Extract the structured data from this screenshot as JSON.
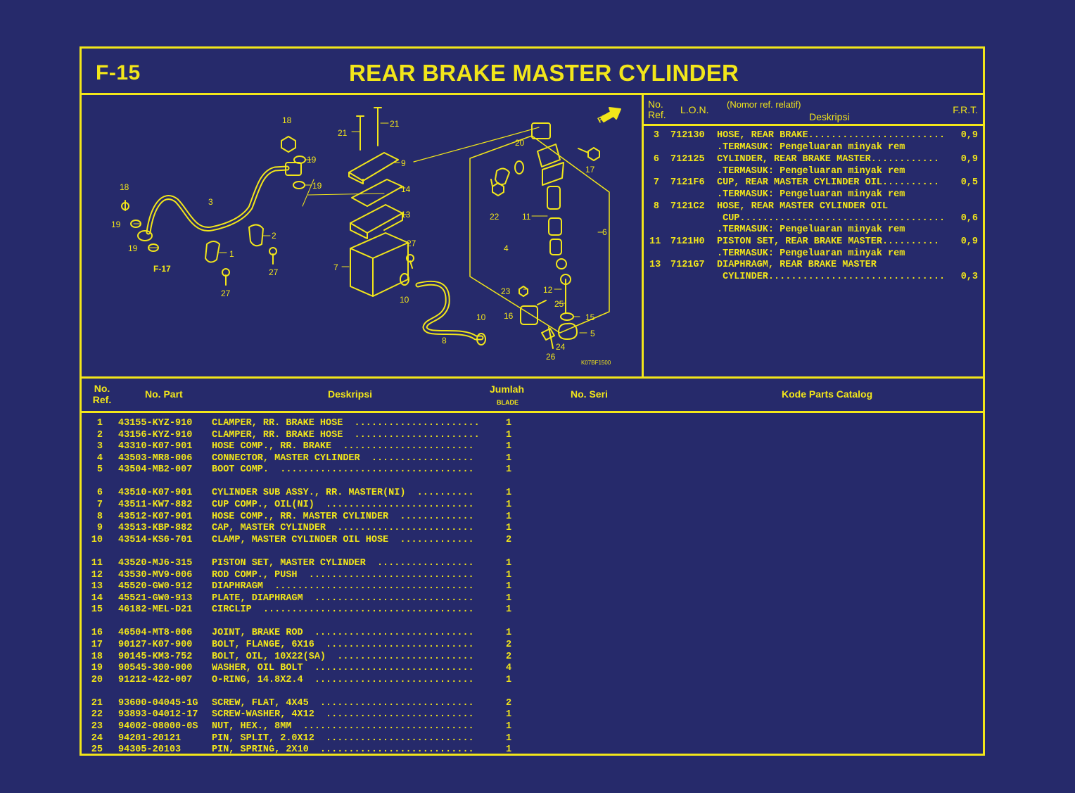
{
  "header": {
    "figure_code": "F-15",
    "title": "REAR BRAKE MASTER CYLINDER"
  },
  "diagram": {
    "callouts": [
      "1",
      "2",
      "3",
      "4",
      "5",
      "6",
      "7",
      "8",
      "9",
      "10",
      "10",
      "11",
      "12",
      "13",
      "14",
      "15",
      "16",
      "17",
      "18",
      "18",
      "19",
      "19",
      "19",
      "19",
      "20",
      "21",
      "21",
      "22",
      "23",
      "24",
      "25",
      "26",
      "27",
      "27",
      "27"
    ],
    "ref_label": "F-17",
    "direction_label": "FR.",
    "drawing_code": "K07BF1500"
  },
  "lon_table": {
    "headers": {
      "no_ref": "No.\nRef.",
      "lon": "L.O.N.",
      "nomor": "(Nomor ref. relatif)",
      "deskripsi": "Deskripsi",
      "frt": "F.R.T."
    },
    "rows": [
      {
        "ref": "3",
        "lon": "712130",
        "line1": "HOSE, REAR BRAKE........................",
        "frt": "0,9",
        "line2": ".TERMASUK: Pengeluaran minyak rem"
      },
      {
        "ref": "6",
        "lon": "712125",
        "line1": "CYLINDER, REAR BRAKE MASTER............",
        "frt": "0,9",
        "line2": ".TERMASUK: Pengeluaran minyak rem"
      },
      {
        "ref": "7",
        "lon": "7121F6",
        "line1": "CUP, REAR MASTER CYLINDER OIL..........",
        "frt": "0,5",
        "line2": ".TERMASUK: Pengeluaran minyak rem"
      },
      {
        "ref": "8",
        "lon": "7121C2",
        "line1": "HOSE, REAR MASTER CYLINDER OIL",
        "line2": " CUP....................................",
        "frt2": "0,6",
        "line3": ".TERMASUK: Pengeluaran minyak rem"
      },
      {
        "ref": "11",
        "lon": "7121H0",
        "line1": "PISTON SET, REAR BRAKE MASTER..........",
        "frt": "0,9",
        "line2": ".TERMASUK: Pengeluaran minyak rem"
      },
      {
        "ref": "13",
        "lon": "7121G7",
        "line1": "DIAPHRAGM, REAR BRAKE MASTER",
        "line2": " CYLINDER...............................",
        "frt2": "0,3"
      }
    ]
  },
  "parts_table": {
    "headers": {
      "no_ref": "No.\nRef.",
      "no_part": "No. Part",
      "deskripsi": "Deskripsi",
      "jumlah": "Jumlah",
      "blade": "BLADE",
      "no_seri": "No. Seri",
      "kode": "Kode Parts Catalog"
    },
    "groups": [
      [
        {
          "ref": "1",
          "part": "43155-KYZ-910",
          "desc": "CLAMPER, RR. BRAKE HOSE  ......................",
          "qty": "1"
        },
        {
          "ref": "2",
          "part": "43156-KYZ-910",
          "desc": "CLAMPER, RR. BRAKE HOSE  ......................",
          "qty": "1"
        },
        {
          "ref": "3",
          "part": "43310-K07-901",
          "desc": "HOSE COMP., RR. BRAKE  .......................",
          "qty": "1"
        },
        {
          "ref": "4",
          "part": "43503-MR8-006",
          "desc": "CONNECTOR, MASTER CYLINDER  ..................",
          "qty": "1"
        },
        {
          "ref": "5",
          "part": "43504-MB2-007",
          "desc": "BOOT COMP.  ..................................",
          "qty": "1"
        }
      ],
      [
        {
          "ref": "6",
          "part": "43510-K07-901",
          "desc": "CYLINDER SUB ASSY., RR. MASTER(NI)  ..........",
          "qty": "1"
        },
        {
          "ref": "7",
          "part": "43511-KW7-882",
          "desc": "CUP COMP., OIL(NI)  ..........................",
          "qty": "1"
        },
        {
          "ref": "8",
          "part": "43512-K07-901",
          "desc": "HOSE COMP., RR. MASTER CYLINDER  .............",
          "qty": "1"
        },
        {
          "ref": "9",
          "part": "43513-KBP-882",
          "desc": "CAP, MASTER CYLINDER  ........................",
          "qty": "1"
        },
        {
          "ref": "10",
          "part": "43514-KS6-701",
          "desc": "CLAMP, MASTER CYLINDER OIL HOSE  .............",
          "qty": "2"
        }
      ],
      [
        {
          "ref": "11",
          "part": "43520-MJ6-315",
          "desc": "PISTON SET, MASTER CYLINDER  .................",
          "qty": "1"
        },
        {
          "ref": "12",
          "part": "43530-MV9-006",
          "desc": "ROD COMP., PUSH  .............................",
          "qty": "1"
        },
        {
          "ref": "13",
          "part": "45520-GW0-912",
          "desc": "DIAPHRAGM  ...................................",
          "qty": "1"
        },
        {
          "ref": "14",
          "part": "45521-GW0-913",
          "desc": "PLATE, DIAPHRAGM  ............................",
          "qty": "1"
        },
        {
          "ref": "15",
          "part": "46182-MEL-D21",
          "desc": "CIRCLIP  .....................................",
          "qty": "1"
        }
      ],
      [
        {
          "ref": "16",
          "part": "46504-MT8-006",
          "desc": "JOINT, BRAKE ROD  ............................",
          "qty": "1"
        },
        {
          "ref": "17",
          "part": "90127-K07-900",
          "desc": "BOLT, FLANGE, 6X16  ..........................",
          "qty": "2"
        },
        {
          "ref": "18",
          "part": "90145-KM3-752",
          "desc": "BOLT, OIL, 10X22(SA)  ........................",
          "qty": "2"
        },
        {
          "ref": "19",
          "part": "90545-300-000",
          "desc": "WASHER, OIL BOLT  ............................",
          "qty": "4"
        },
        {
          "ref": "20",
          "part": "91212-422-007",
          "desc": "O-RING, 14.8X2.4  ............................",
          "qty": "1"
        }
      ],
      [
        {
          "ref": "21",
          "part": "93600-04045-1G",
          "desc": "SCREW, FLAT, 4X45  ...........................",
          "qty": "2"
        },
        {
          "ref": "22",
          "part": "93893-04012-17",
          "desc": "SCREW-WASHER, 4X12  ..........................",
          "qty": "1"
        },
        {
          "ref": "23",
          "part": "94002-08000-0S",
          "desc": "NUT, HEX., 8MM  ..............................",
          "qty": "1"
        },
        {
          "ref": "24",
          "part": "94201-20121",
          "desc": "PIN, SPLIT, 2.0X12  ..........................",
          "qty": "1"
        },
        {
          "ref": "25",
          "part": "94305-20103",
          "desc": "PIN, SPRING, 2X10  ...........................",
          "qty": "1"
        }
      ]
    ]
  },
  "colors": {
    "background": "#262a6b",
    "line": "#f2e61a"
  }
}
